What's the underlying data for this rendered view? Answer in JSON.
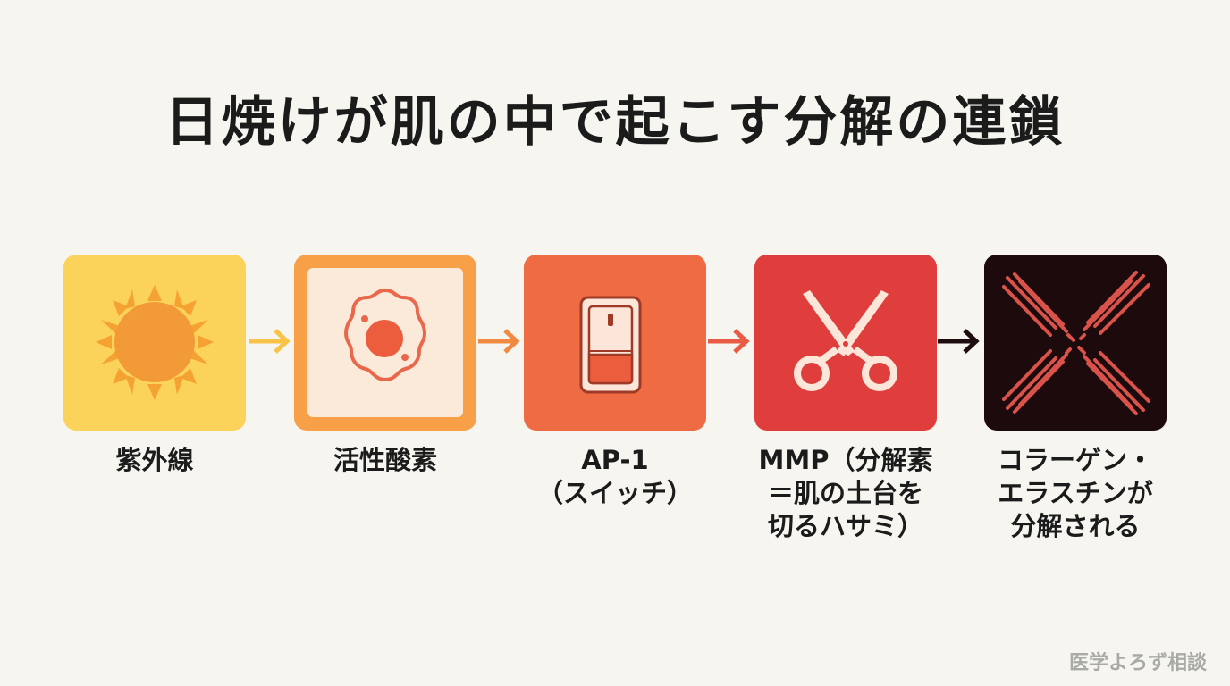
{
  "title": "日焼けが肌の中で起こす分解の連鎖",
  "steps": [
    {
      "icon": "sun-icon",
      "color": "#fbd35a",
      "lines": [
        "紫外線"
      ]
    },
    {
      "icon": "reactive-oxygen-icon",
      "color": "#f7a048",
      "lines": [
        "活性酸素"
      ]
    },
    {
      "icon": "switch-icon",
      "color": "#ee6b43",
      "lines": [
        "AP-1",
        "（スイッチ）"
      ]
    },
    {
      "icon": "scissors-icon",
      "color": "#e03e3c",
      "lines": [
        "MMP（分解素",
        "＝肌の土台を",
        "切るハサミ）"
      ]
    },
    {
      "icon": "broken-fibers-icon",
      "color": "#1c0a0d",
      "lines": [
        "コラーゲン・",
        "エラスチンが",
        "分解される"
      ]
    }
  ],
  "arrow_colors": [
    "#f9c34a",
    "#f08a42",
    "#e85b44",
    "#1e0d10"
  ],
  "watermark": "医学よろず相談"
}
